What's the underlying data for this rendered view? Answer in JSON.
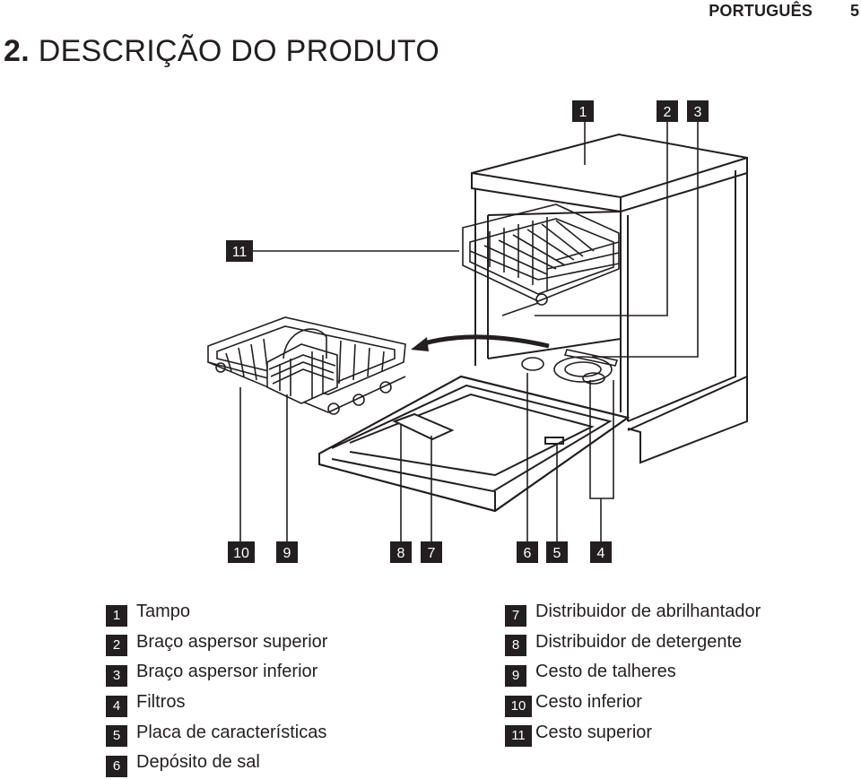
{
  "header": {
    "language": "PORTUGUÊS",
    "page_number": "5"
  },
  "section": {
    "number": "2.",
    "title": "DESCRIÇÃO DO PRODUTO"
  },
  "callouts": [
    "1",
    "2",
    "3",
    "11",
    "10",
    "9",
    "8",
    "7",
    "6",
    "5",
    "4"
  ],
  "legend": [
    {
      "num": "1",
      "label": "Tampo"
    },
    {
      "num": "2",
      "label": "Braço aspersor superior"
    },
    {
      "num": "3",
      "label": "Braço aspersor inferior"
    },
    {
      "num": "4",
      "label": "Filtros"
    },
    {
      "num": "5",
      "label": "Placa de características"
    },
    {
      "num": "6",
      "label": "Depósito de sal"
    },
    {
      "num": "7",
      "label": "Distribuidor de abrilhantador"
    },
    {
      "num": "8",
      "label": "Distribuidor de detergente"
    },
    {
      "num": "9",
      "label": "Cesto de talheres"
    },
    {
      "num": "10",
      "label": "Cesto inferior"
    },
    {
      "num": "11",
      "label": "Cesto superior"
    }
  ]
}
